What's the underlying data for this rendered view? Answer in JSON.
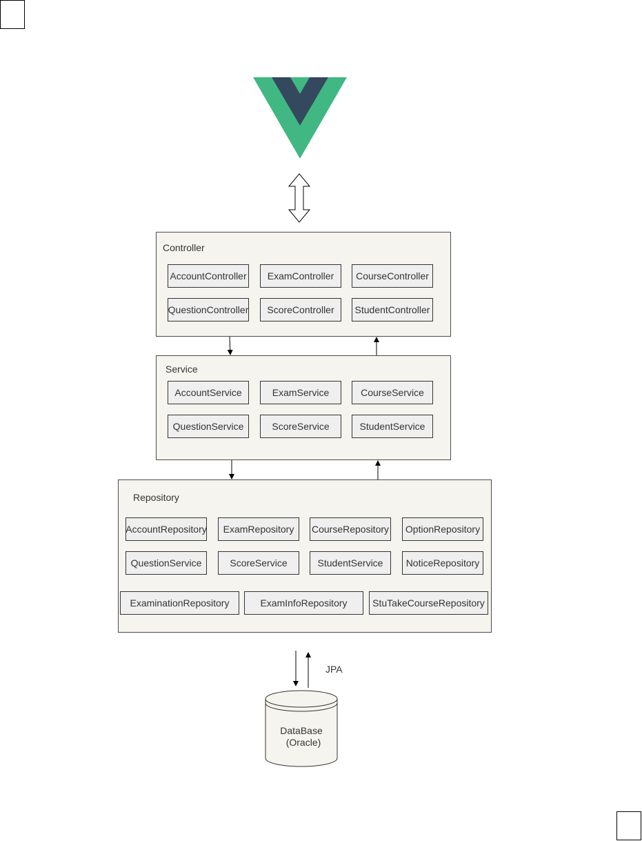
{
  "controller": {
    "title": "Controller",
    "components": [
      "AccountController",
      "ExamController",
      "CourseController",
      "QuestionController",
      "ScoreController",
      "StudentController"
    ]
  },
  "service": {
    "title": "Service",
    "components": [
      "AccountService",
      "ExamService",
      "CourseService",
      "QuestionService",
      "ScoreService",
      "StudentService"
    ]
  },
  "repository": {
    "title": "Repository",
    "components": [
      "AccountRepository",
      "ExamRepository",
      "CourseRepository",
      "OptionRepository",
      "QuestionService",
      "ScoreService",
      "StudentService",
      "NoticeRepository",
      "ExaminationRepository",
      "ExamInfoRepository",
      "StuTakeCourseRepository"
    ]
  },
  "connection": {
    "label": "JPA"
  },
  "database": {
    "line1": "DataBase",
    "line2": "(Oracle)"
  },
  "logo": {
    "name": "vue-logo-icon",
    "outer_color": "#41b883",
    "inner_color": "#34495e"
  },
  "colors": {
    "layer_fill": "#f6f4ee",
    "component_fill": "#efefef",
    "border": "#333333"
  }
}
